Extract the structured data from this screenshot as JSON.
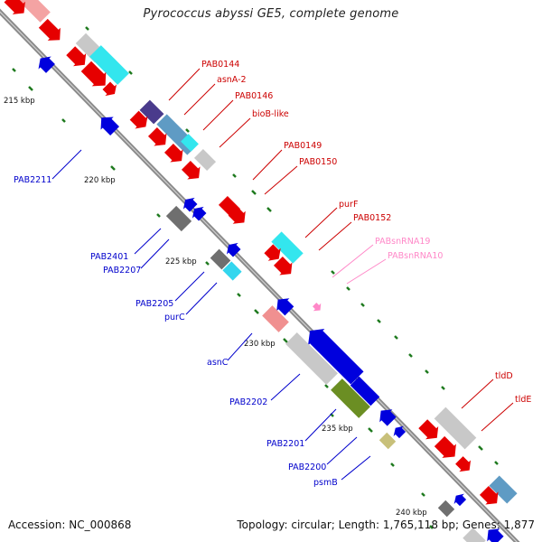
{
  "title": "Pyrococcus abyssi GE5, complete genome",
  "footer": {
    "accession": "Accession: NC_000868",
    "summary": "Topology: circular; Length: 1,765,118 bp; Genes: 1,877"
  },
  "colors": {
    "backbone": "#7a7a7a",
    "tick": "#1e7a1e",
    "forward_label": "#cc0000",
    "reverse_label": "#0000cc",
    "rna_label": "#ff88c8"
  },
  "tick_labels": [
    "215 kbp",
    "220 kbp",
    "225 kbp",
    "230 kbp",
    "235 kbp",
    "240 kbp"
  ],
  "gene_labels": [
    {
      "text": "PAB0144",
      "strand": "forward"
    },
    {
      "text": "asnA-2",
      "strand": "forward"
    },
    {
      "text": "PAB0146",
      "strand": "forward"
    },
    {
      "text": "bioB-like",
      "strand": "forward"
    },
    {
      "text": "PAB0149",
      "strand": "forward"
    },
    {
      "text": "PAB0150",
      "strand": "forward"
    },
    {
      "text": "purF",
      "strand": "forward"
    },
    {
      "text": "PAB0152",
      "strand": "forward"
    },
    {
      "text": "PABsnRNA19",
      "strand": "rna"
    },
    {
      "text": "PABsnRNA10",
      "strand": "rna"
    },
    {
      "text": "tldD",
      "strand": "forward"
    },
    {
      "text": "tldE",
      "strand": "forward"
    },
    {
      "text": "PAB2211",
      "strand": "reverse"
    },
    {
      "text": "PAB2401",
      "strand": "reverse"
    },
    {
      "text": "PAB2207",
      "strand": "reverse"
    },
    {
      "text": "PAB2205",
      "strand": "reverse"
    },
    {
      "text": "purC",
      "strand": "reverse"
    },
    {
      "text": "asnC",
      "strand": "reverse"
    },
    {
      "text": "PAB2202",
      "strand": "reverse"
    },
    {
      "text": "PAB2201",
      "strand": "reverse"
    },
    {
      "text": "PAB2200",
      "strand": "reverse"
    },
    {
      "text": "psmB",
      "strand": "reverse"
    }
  ]
}
